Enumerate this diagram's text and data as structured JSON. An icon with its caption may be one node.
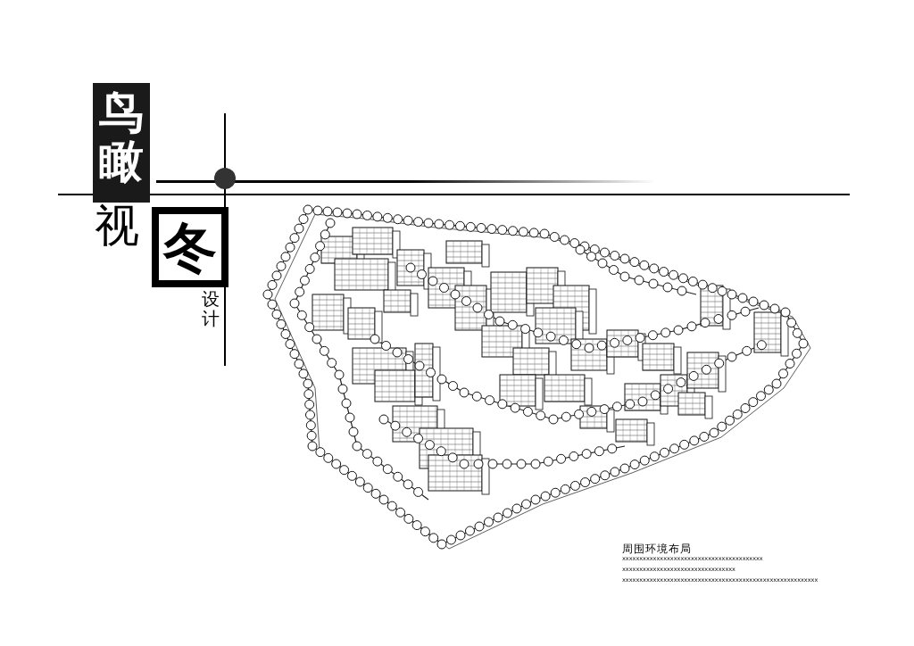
{
  "diagram": {
    "labels": [
      "鸟瞰",
      "视",
      "冬",
      "设计",
      "周围环境布局",
      "xxxxxxxxxxxxxxxxxxxxxxxxxxxxxxxxxxxxxxxxx",
      "xxxxxxxxxxxxxxxxxxxxxxxxxxxxxxxxx",
      "xxxxxxxxxxxxxxxxxxxxxxxxxxxxxxxxxxxxxxxxxxxxxxxxxxxxxxxxx"
    ]
  }
}
